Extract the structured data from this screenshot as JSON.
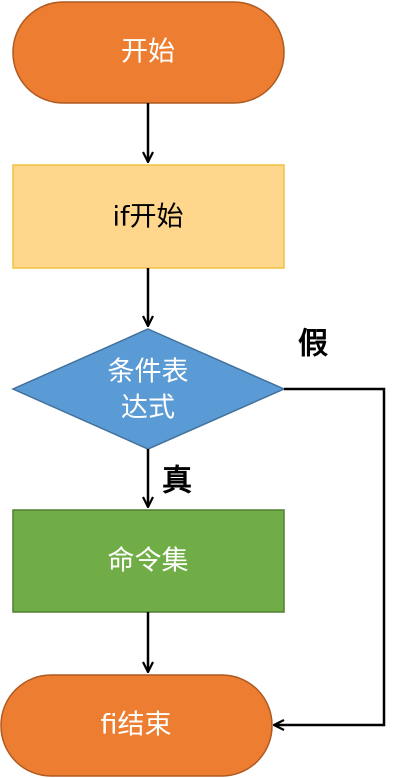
{
  "colors": {
    "terminal_fill": "#ED7D31",
    "terminal_stroke": "#AE5A21",
    "process_fill": "#FFD78C",
    "process_stroke": "#F2C142",
    "decision_fill": "#5B9BD5",
    "decision_stroke": "#41719C",
    "action_fill": "#70AD47",
    "action_stroke": "#507E32",
    "light_text": "#FFFFFF",
    "dark_text": "#000000",
    "edge": "#000000"
  },
  "nodes": {
    "start": {
      "label": "开始"
    },
    "if_start": {
      "label": "if开始"
    },
    "condition": {
      "line1": "条件表",
      "line2": "达式"
    },
    "commands": {
      "label": "命令集"
    },
    "end": {
      "label": "fi结束"
    }
  },
  "edges": {
    "false_label": "假",
    "true_label": "真"
  }
}
